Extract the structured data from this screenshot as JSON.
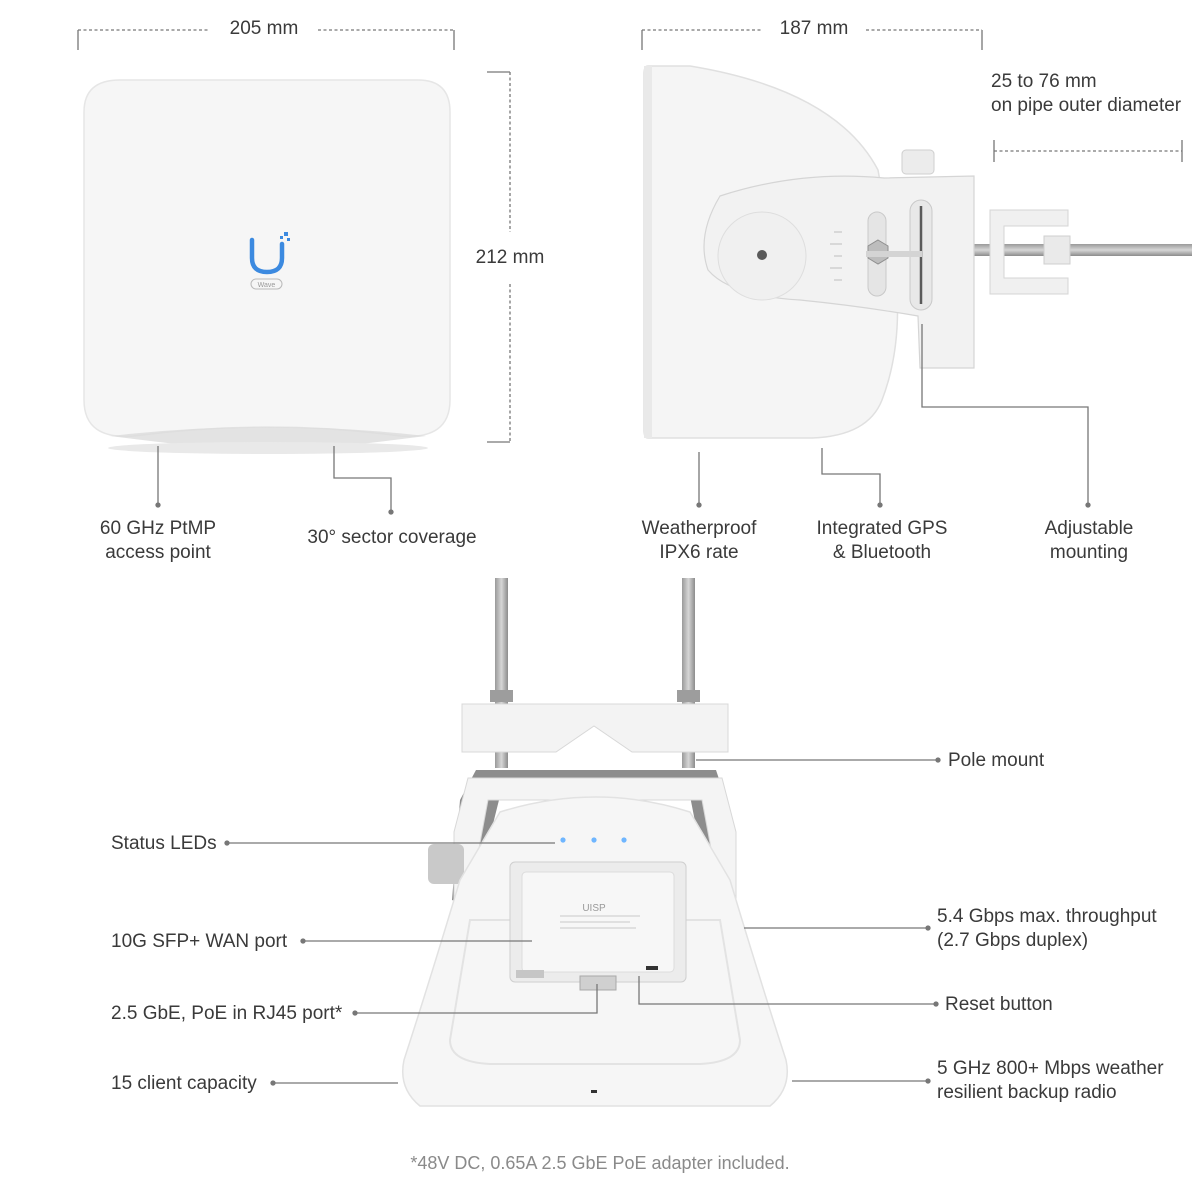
{
  "dimensions": {
    "width_front": "205 mm",
    "width_side": "187 mm",
    "height": "212 mm",
    "pipe_range_line1": "25 to 76 mm",
    "pipe_range_line2": "on pipe outer diameter"
  },
  "device": {
    "logo_badge": "Wave",
    "label_brand": "UISP"
  },
  "top_callouts": {
    "ptmp_line1": "60 GHz PtMP",
    "ptmp_line2": "access point",
    "sector": "30° sector coverage",
    "weather_line1": "Weatherproof",
    "weather_line2": "IPX6 rate",
    "gps_line1": "Integrated GPS",
    "gps_line2": "& Bluetooth",
    "mount_line1": "Adjustable",
    "mount_line2": "mounting"
  },
  "bottom_callouts": {
    "pole_mount": "Pole mount",
    "status_leds": "Status LEDs",
    "sfp_port": "10G SFP+ WAN port",
    "rj45_port": "2.5 GbE, PoE in RJ45 port*",
    "client_capacity": "15 client capacity",
    "throughput_line1": "5.4 Gbps max. throughput",
    "throughput_line2": "(2.7 Gbps duplex)",
    "reset_button": "Reset button",
    "backup_line1": "5 GHz 800+ Mbps weather",
    "backup_line2": "resilient backup radio"
  },
  "footnote": "*48V DC, 0.65A 2.5 GbE PoE adapter included.",
  "colors": {
    "text": "#3a3a3a",
    "line": "#777777",
    "device_body": "#f4f4f4",
    "accent_logo": "#3c8ae0"
  }
}
